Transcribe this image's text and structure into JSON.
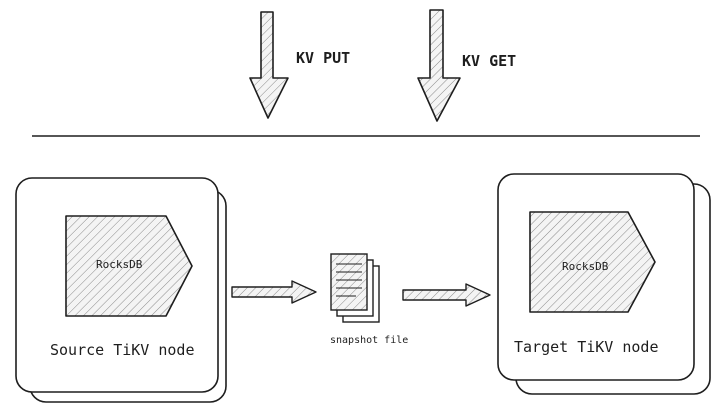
{
  "labels": {
    "kv_put": "KV PUT",
    "kv_get": "KV GET",
    "source_rocksdb": "RocksDB",
    "target_rocksdb": "RocksDB",
    "source_node": "Source TiKV node",
    "target_node": "Target TiKV node",
    "snapshot_file": "snapshot file"
  },
  "colors": {
    "stroke": "#1e1e1e",
    "hatch": "#8a8a8a",
    "fill": "#f4f4f4"
  }
}
